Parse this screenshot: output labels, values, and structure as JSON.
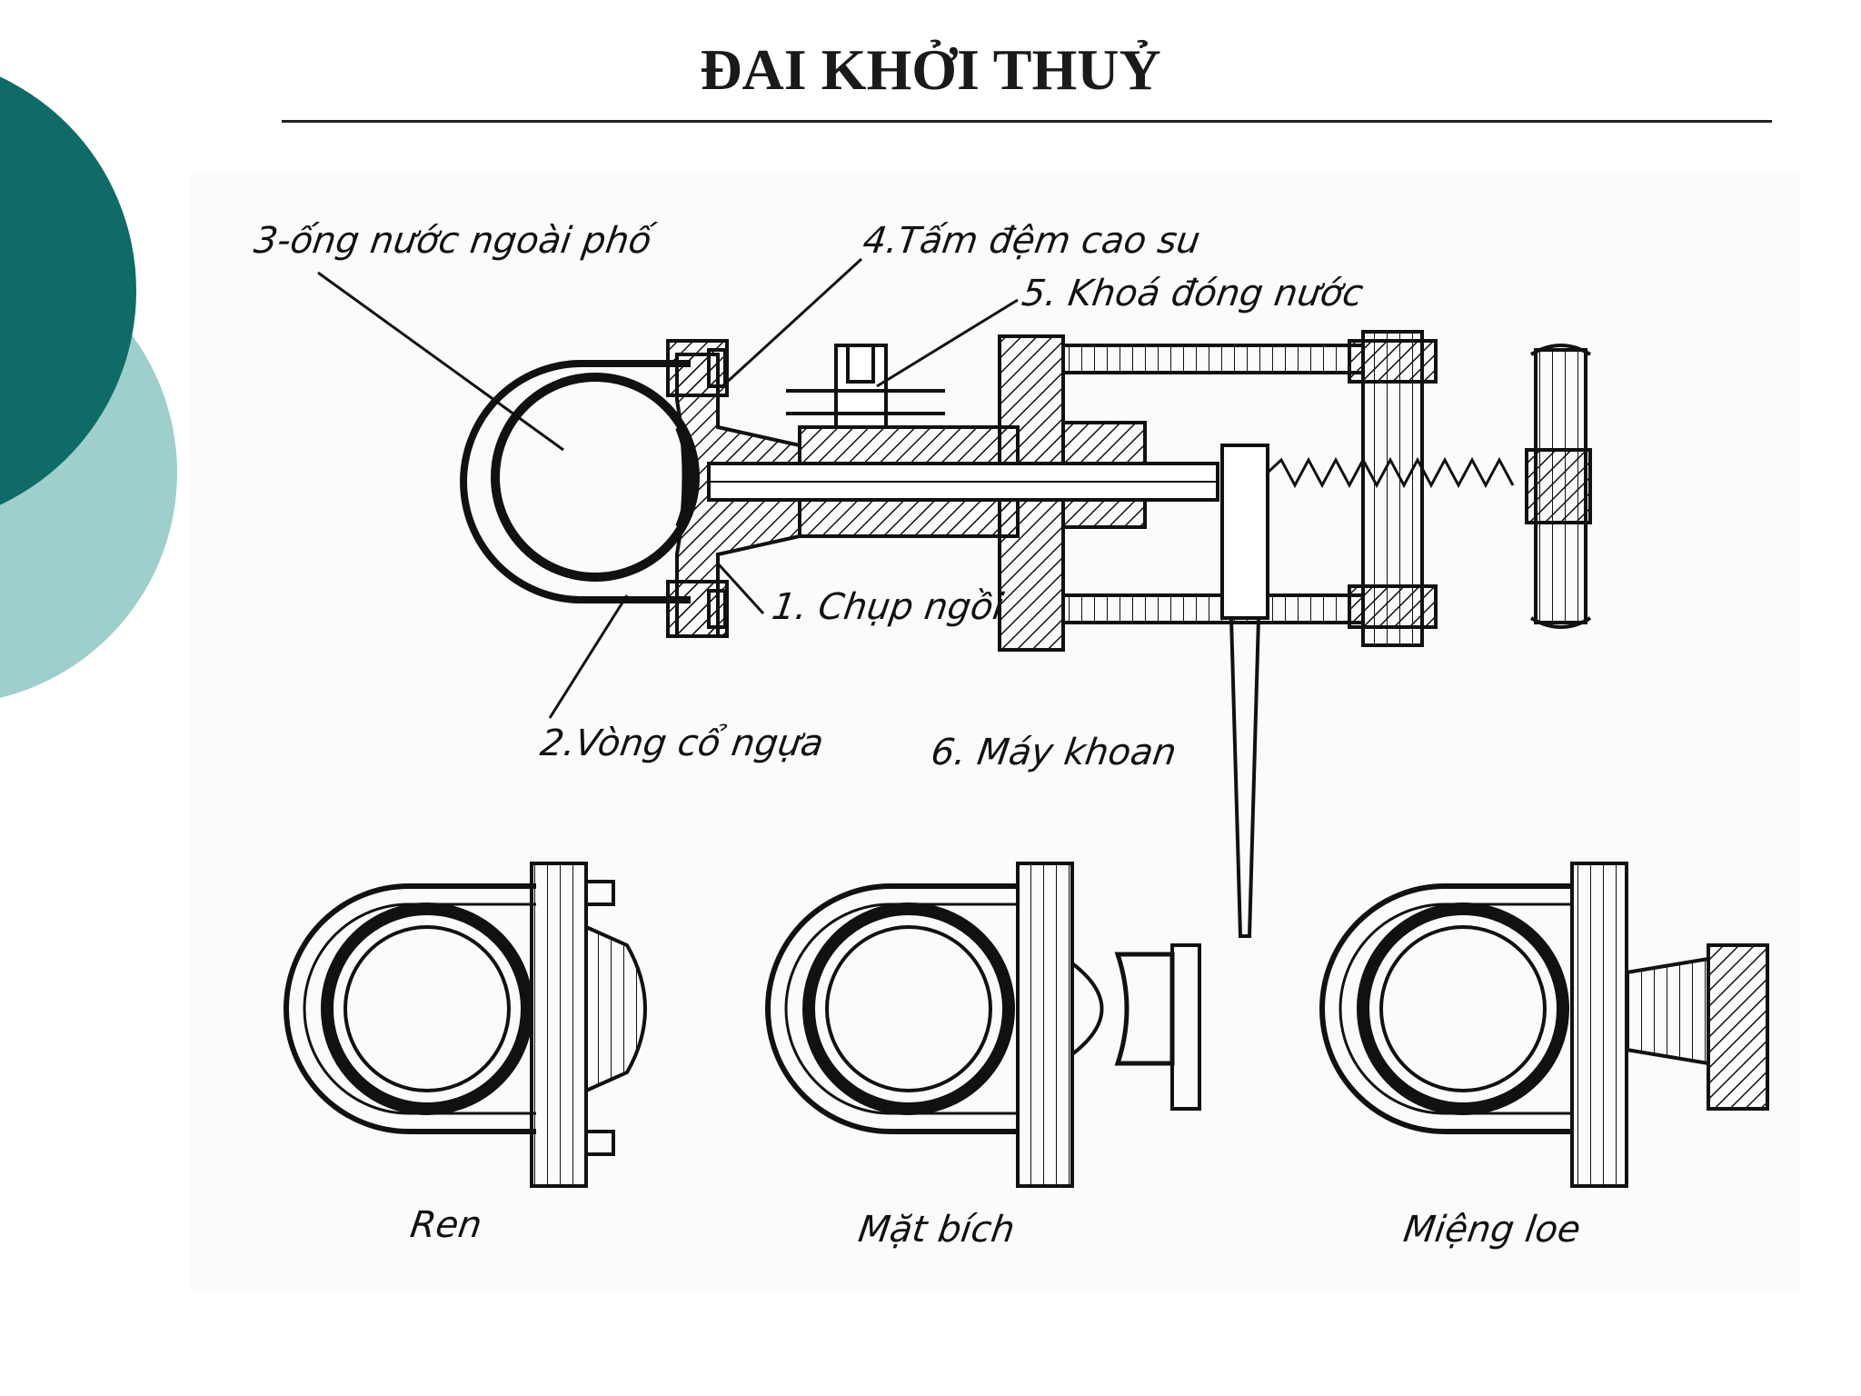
{
  "slide": {
    "title": "ĐAI KHỞI THUỶ"
  },
  "theme": {
    "accent_dark": "#0f6b66",
    "accent_light": "#9fcfcd",
    "ink": "#111111"
  },
  "diagram": {
    "labels": {
      "pipe": "3-ống nước ngoài phố",
      "gasket": "4.Tấm đệm cao su",
      "valve": "5. Khoá đóng nước",
      "saddle_cap": "1. Chụp ngồi",
      "u_strap": "2.Vòng cổ ngựa",
      "drill": "6. Máy khoan"
    },
    "variants": [
      {
        "name": "Ren"
      },
      {
        "name": "Mặt bích"
      },
      {
        "name": "Miệng loe"
      }
    ]
  }
}
